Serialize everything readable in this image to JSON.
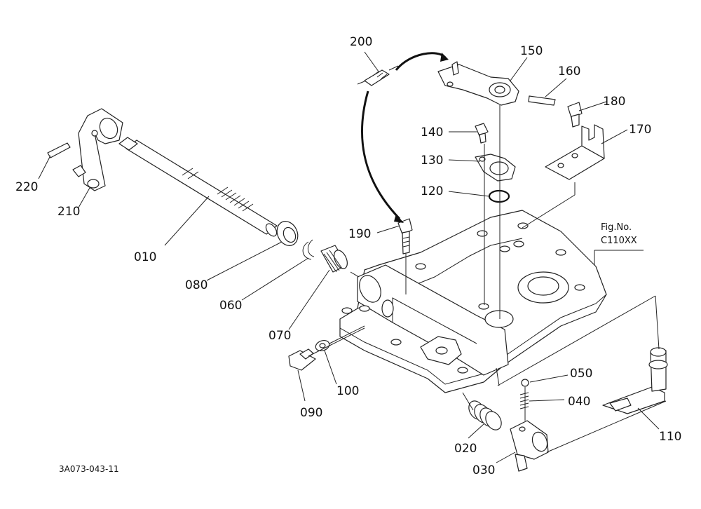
{
  "parts": {
    "p010": "010",
    "p020": "020",
    "p030": "030",
    "p040": "040",
    "p050": "050",
    "p060": "060",
    "p070": "070",
    "p080": "080",
    "p090": "090",
    "p100": "100",
    "p110": "110",
    "p120": "120",
    "p130": "130",
    "p140": "140",
    "p150": "150",
    "p160": "160",
    "p170": "170",
    "p180": "180",
    "p190": "190",
    "p200": "200",
    "p210": "210",
    "p220": "220"
  },
  "figure": {
    "fig_label": "Fig.No.",
    "fig_number": "C110XX"
  },
  "footer": {
    "drawing_code": "3A073-043-11"
  }
}
